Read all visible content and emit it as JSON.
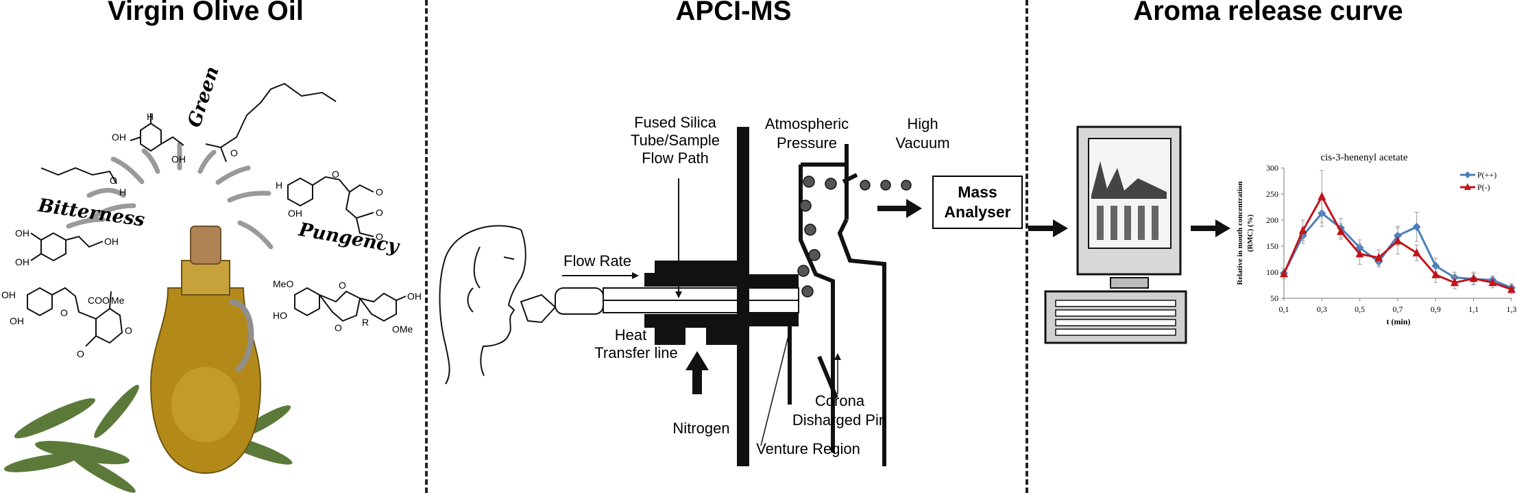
{
  "panels": {
    "left_title": "Virgin Olive Oil",
    "middle_title": "APCI-MS",
    "right_title": "Aroma release curve"
  },
  "olive": {
    "cues": [
      "Green",
      "Bitterness",
      "Pungency"
    ],
    "molecule_labels": {
      "m1": [
        "OH",
        "H",
        "OH"
      ],
      "m2": [
        "O",
        "H"
      ],
      "m3": [
        "O"
      ],
      "m4": [
        "H",
        "OH",
        "O",
        "O",
        "O",
        "O"
      ],
      "m5": [
        "OH",
        "OH",
        "OH"
      ],
      "m6": [
        "OH",
        "OH",
        "O",
        "COO",
        "Me",
        "O",
        "O"
      ],
      "m7": [
        "MeO",
        "HO",
        "O",
        "O",
        "R",
        "OH",
        "OMe"
      ]
    }
  },
  "apci": {
    "flow_rate": "Flow Rate",
    "heat_transfer": [
      "Heat",
      "Transfer line"
    ],
    "fused_silica": [
      "Fused Silica",
      "Tube/Sample",
      "Flow Path"
    ],
    "atmospheric": [
      "Atmospheric",
      "Pressure"
    ],
    "high_vacuum": [
      "High",
      "Vacuum"
    ],
    "mass_analyser": [
      "Mass",
      "Analyser"
    ],
    "nitrogen": "Nitrogen",
    "venture_region": "Venture Region",
    "corona": [
      "Corona",
      "Disharged Pin"
    ]
  },
  "colors": {
    "series_pp": "#4a7ebb",
    "series_pm": "#c0141b",
    "oil": "#b38a1a",
    "leaf": "#5b7a3a",
    "cork": "#b08355"
  },
  "chart_data": {
    "type": "line",
    "title": "cis-3-henenyl acetate",
    "xlabel": "t (min)",
    "ylabel": [
      "Relative in mouth concentration",
      "(RMC) (%)"
    ],
    "x": [
      0.1,
      0.2,
      0.3,
      0.4,
      0.5,
      0.6,
      0.7,
      0.8,
      0.9,
      1.0,
      1.1,
      1.2,
      1.3
    ],
    "x_ticks": [
      "0,1",
      "0,3",
      "0,5",
      "0,7",
      "0,9",
      "1,1",
      "1,3"
    ],
    "x_tick_values": [
      0.1,
      0.3,
      0.5,
      0.7,
      0.9,
      1.1,
      1.3
    ],
    "xlim": [
      0.1,
      1.3
    ],
    "ylim": [
      50,
      300
    ],
    "y_ticks": [
      50,
      100,
      150,
      200,
      250,
      300
    ],
    "grid": false,
    "legend_position": "top-right",
    "series": [
      {
        "name": "P(++)",
        "marker": "diamond",
        "color": "#4a7ebb",
        "values": [
          98,
          170,
          213,
          185,
          147,
          120,
          170,
          187,
          112,
          90,
          87,
          85,
          70
        ],
        "errors": [
          8,
          15,
          25,
          18,
          15,
          10,
          18,
          28,
          15,
          10,
          10,
          8,
          8
        ]
      },
      {
        "name": "P(-)",
        "marker": "triangle",
        "color": "#c0141b",
        "values": [
          97,
          180,
          245,
          178,
          135,
          128,
          160,
          137,
          95,
          80,
          88,
          80,
          67
        ],
        "errors": [
          10,
          20,
          50,
          15,
          20,
          15,
          25,
          15,
          15,
          12,
          12,
          10,
          8
        ]
      }
    ]
  }
}
